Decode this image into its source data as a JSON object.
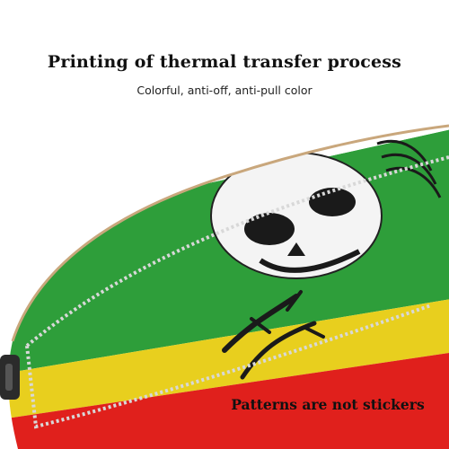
{
  "header": {
    "title": "Printing of thermal transfer process",
    "subtitle": "Colorful, anti-off, anti-pull color"
  },
  "footer": {
    "caption": "Patterns are not stickers"
  },
  "board": {
    "stripe_colors": [
      "#2e9e3a",
      "#e8cf1e",
      "#e0201c"
    ],
    "accent_dark": "#1a1a1a"
  }
}
